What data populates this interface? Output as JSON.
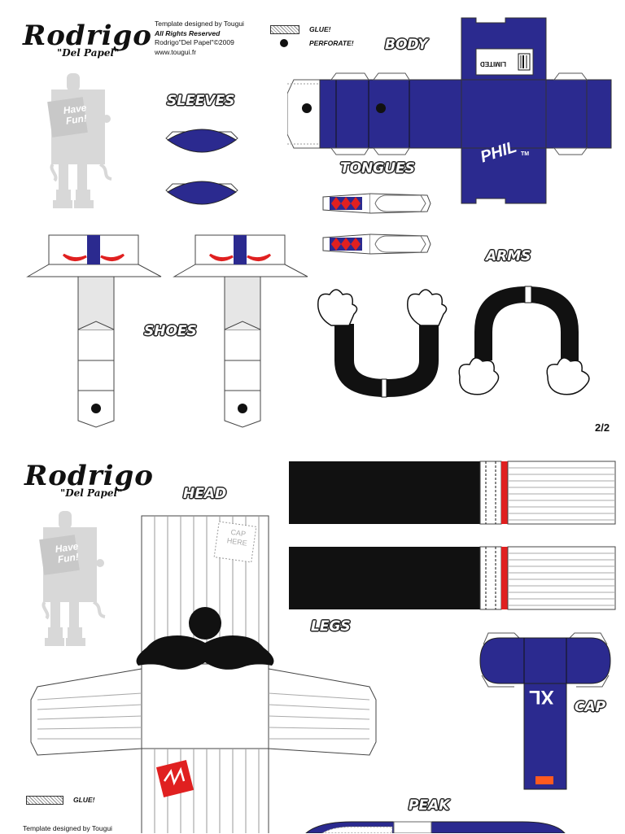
{
  "logo": {
    "title": "Rodrigo",
    "subtitle": "\"Del Papel\""
  },
  "credits": {
    "line1": "Template designed by Tougui",
    "line2": "All Rights Reserved",
    "line3": "Rodrigo\"Del Papel\"©2009",
    "line4": "www.tougui.fr"
  },
  "legend": {
    "glue": "GLUE!",
    "perforate": "PERFORATE!"
  },
  "labels": {
    "body": "BODY",
    "sleeves": "SLEEVES",
    "tongues": "TONGUES",
    "arms": "ARMS",
    "shoes": "SHOES",
    "head": "HEAD",
    "legs": "LEGS",
    "cap": "CAP",
    "peak": "PEAK"
  },
  "page_number": "2/2",
  "preview_sign": {
    "line1": "Have",
    "line2": "Fun!"
  },
  "body_box": {
    "brand": "PHIL",
    "trademark": "TM",
    "tag": "LIMITED"
  },
  "head_cap_mark": {
    "line1": "CAP",
    "line2": "HERE"
  },
  "cap_logo": "XL",
  "colors": {
    "navy": "#2b2a8f",
    "red": "#e02020",
    "black": "#111111",
    "grey": "#d8d8d8"
  }
}
